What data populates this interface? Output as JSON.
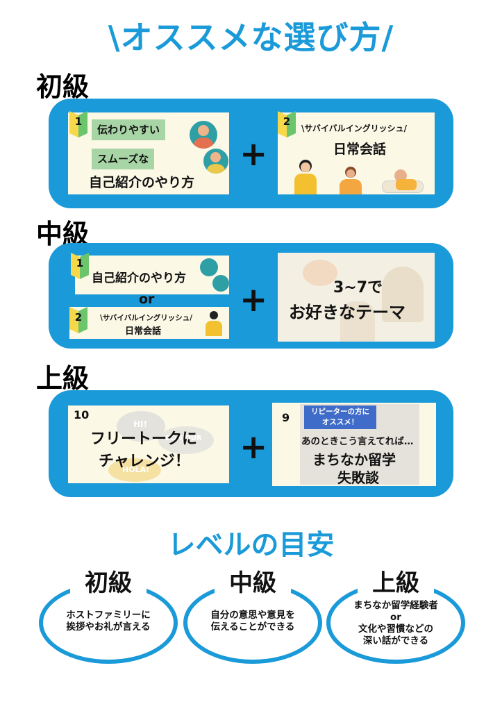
{
  "title": "\\オススメな選び方/",
  "beginner": {
    "heading": "初級",
    "card1": {
      "badge": "1",
      "tag1": "伝わりやすい",
      "tag2": "スムーズな",
      "title": "自己紹介のやり方"
    },
    "card2": {
      "badge": "2",
      "subtitle": "\\サバイバルイングリッシュ/",
      "title": "日常会話"
    },
    "plus": "+"
  },
  "intermediate": {
    "heading": "中級",
    "card1": {
      "badge": "1",
      "title": "自己紹介のやり方"
    },
    "or": "or",
    "card2": {
      "badge": "2",
      "subtitle": "\\サバイバルイングリッシュ/",
      "title": "日常会話"
    },
    "card3": {
      "line1": "3~7で",
      "line2": "お好きなテーマ"
    },
    "plus": "+"
  },
  "advanced": {
    "heading": "上級",
    "card1": {
      "number": "10",
      "line1": "フリートークに",
      "line2": "チャレンジ！",
      "bubble1": "HI!",
      "bubble2": "BONJOUR",
      "bubble3": "HOLA!"
    },
    "card2": {
      "number": "9",
      "tag": "リピーターの方に\nオススメ！",
      "subtitle": "あのときこう言えてれば…",
      "line1": "まちなか留学",
      "line2": "失敗談"
    },
    "plus": "+"
  },
  "guide": {
    "title": "レベルの目安",
    "items": [
      {
        "label": "初級",
        "line1": "ホストファミリーに",
        "line2": "挨拶やお礼が言える",
        "line3": ""
      },
      {
        "label": "中級",
        "line1": "自分の意思や意見を",
        "line2": "伝えることができる",
        "line3": ""
      },
      {
        "label": "上級",
        "line1": "まちなか留学経験者",
        "line2": "or",
        "line3": "文化や習慣などの\n深い話ができる"
      }
    ]
  },
  "colors": {
    "accent": "#1a9ad8",
    "card": "#fbf8e6",
    "tag_green": "#a8d5a6",
    "badge_yellow": "#f6d84a",
    "badge_green": "#6cc46b"
  }
}
